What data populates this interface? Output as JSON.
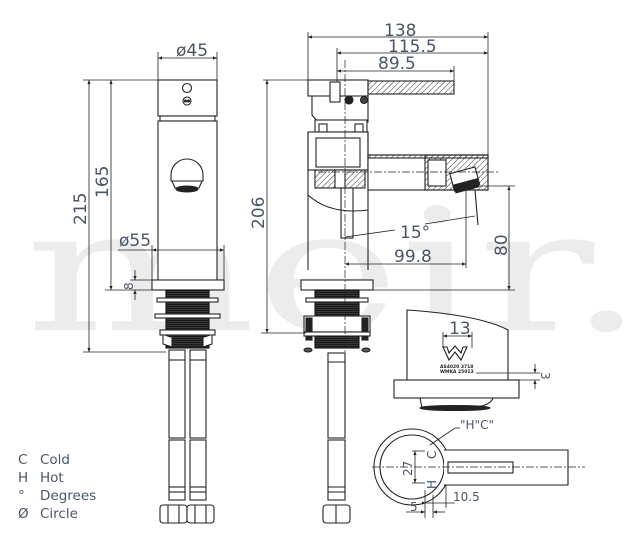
{
  "watermark": {
    "text": "meir.",
    "color": "#ececec"
  },
  "colors": {
    "line": "#222222",
    "dimension_text": "#4a5568",
    "hatch": "#333333"
  },
  "front_view": {
    "label": "front-elevation",
    "dims": {
      "top_diameter": "ø45",
      "base_diameter": "ø55",
      "total_height": "215",
      "spout_height": "165",
      "base_thickness": "8"
    }
  },
  "side_view": {
    "label": "side-section",
    "dims": {
      "overall_length": "138",
      "handle_length": "115.5",
      "lever_length": "89.5",
      "height": "206",
      "spout_angle": "15°",
      "spout_reach": "99.8",
      "spout_clearance": "80"
    }
  },
  "detail_view": {
    "label": "base-detail",
    "dims": {
      "logo_width": "13",
      "base_gap": "3"
    },
    "certification": {
      "line1": "AS4020 3718",
      "line2": "WMKA 25013"
    }
  },
  "plan_view": {
    "label": "top-plan",
    "callout": "\"H\"C\"",
    "dims": {
      "indicator_span": "27",
      "offset_a": "10.5",
      "offset_b": "5"
    },
    "markers": {
      "cold": "C",
      "hot": "H"
    }
  },
  "legend": {
    "items": [
      {
        "symbol": "C",
        "label": "Cold"
      },
      {
        "symbol": "H",
        "label": "Hot"
      },
      {
        "symbol": "°",
        "label": "Degrees"
      },
      {
        "symbol": "Ø",
        "label": "Circle"
      }
    ]
  }
}
